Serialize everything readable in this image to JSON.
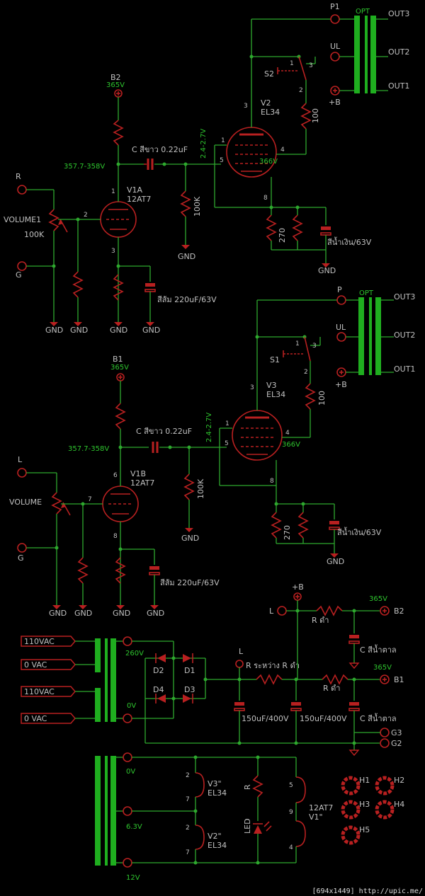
{
  "ch1": {
    "b_label": "B2",
    "b_volt": "365V",
    "plate_volt": "357.7-358V",
    "cap_label": "C สีขาว 0.22uF",
    "grid_volt": "2.4-2.7V",
    "cath_volt": "366V",
    "r100k": "100K",
    "v_name": "V1A",
    "v_type": "12AT7",
    "pot_name": "VOLUME1",
    "pot_val": "100K",
    "in_r": "R",
    "in_g": "G",
    "cap_cath": "สีส้ม 220uF/63V",
    "pentode_name": "V2",
    "pentode_type": "EL34",
    "r270": "270",
    "cap_blue": "สีน้ำเงิน/63V",
    "p": "P1",
    "ul": "UL",
    "plusb": "+B",
    "opt": "OPT",
    "out3": "OUT3",
    "out2": "OUT2",
    "out1": "OUT1",
    "sw": "S2",
    "r100": "100",
    "pins": {
      "p3": "3",
      "p1": "1",
      "p2": "2",
      "p3b": "3",
      "p1b": "1",
      "p2b": "2",
      "p5": "5",
      "p4": "4",
      "p8": "8",
      "p3c": "3"
    }
  },
  "ch2": {
    "b_label": "B1",
    "b_volt": "365V",
    "plate_volt": "357.7-358V",
    "cap_label": "C สีขาว 0.22uF",
    "grid_volt": "2.4-2.7V",
    "cath_volt": "366V",
    "r100k": "100K",
    "v_name": "V1B",
    "v_type": "12AT7",
    "pot_name": "VOLUME",
    "in_l": "L",
    "in_g": "G",
    "cap_cath": "สีส้ม 220uF/63V",
    "pentode_name": "V3",
    "pentode_type": "EL34",
    "r270": "270",
    "cap_blue": "สีน้ำเงิน/63V",
    "p": "P",
    "ul": "UL",
    "plusb": "+B",
    "opt": "OPT",
    "out3": "OUT3",
    "out2": "OUT2",
    "out1": "OUT1",
    "sw": "S1",
    "r100": "100",
    "pins": {
      "p6": "6",
      "p7": "7",
      "p8": "8",
      "p1": "1",
      "p2": "2",
      "p3": "3",
      "p5": "5",
      "p4": "4",
      "p8b": "8",
      "p3b": "3"
    }
  },
  "gnd": "GND",
  "psu": {
    "ac1": "110VAC",
    "ac2": "0 VAC",
    "ac3": "110VAC",
    "ac4": "0 VAC",
    "v260": "260V",
    "v0": "0V",
    "d1": "D1",
    "d2": "D2",
    "d3": "D3",
    "d4": "D4",
    "plusb": "+B",
    "l1": "L",
    "l2": "L",
    "r_between": "R ระหว่าง R ดำ",
    "r_black1": "R ดำ",
    "r_black2": "R ดำ",
    "b2": "B2",
    "b1": "B1",
    "v365a": "365V",
    "v365b": "365V",
    "c_brown1": "C สีน้ำตาล",
    "c_brown2": "C สีน้ำตาล",
    "c150a": "150uF/400V",
    "c150b": "150uF/400V",
    "g3": "G3",
    "g2": "G2"
  },
  "heater": {
    "v0": "0V",
    "v63": "6.3V",
    "v12": "12V",
    "v3n": "V3\"",
    "v3t": "EL34",
    "v2n": "V2\"",
    "v2t": "EL34",
    "r": "R",
    "led": "LED",
    "v1t": "12AT7",
    "v1n": "V1\"",
    "pin2a": "2",
    "pin7a": "7",
    "pin2b": "2",
    "pin7b": "7",
    "pin5": "5",
    "pin9": "9",
    "pin4": "4"
  },
  "holes": [
    "H1",
    "H2",
    "H3",
    "H4",
    "H5"
  ],
  "footer": "[694x1449] http://upic.me/"
}
